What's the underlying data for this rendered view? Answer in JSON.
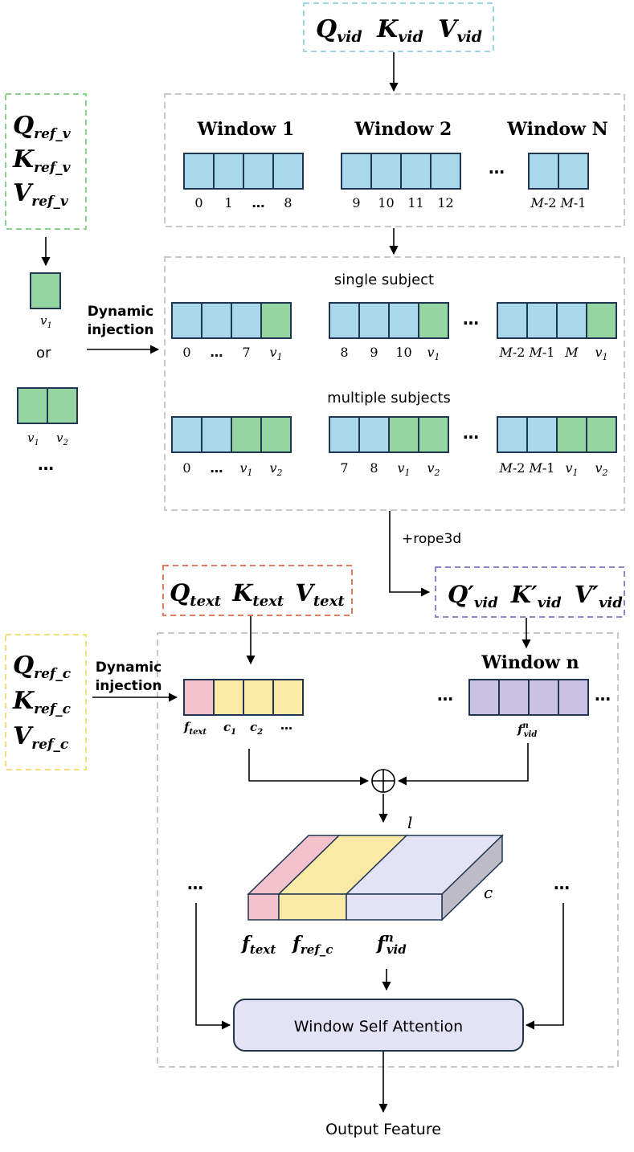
{
  "colors": {
    "blue_token": "#a8d8ea",
    "green_token": "#94d5a1",
    "pink_token": "#f4c2cc",
    "yellow_token": "#fbeaa5",
    "purple_token": "#c9c2e2",
    "token_border": "#1f3550",
    "gray_dash": "#c8c8c8",
    "vid_box": "#9fd3e6",
    "ref_v_box": "#8ed08e",
    "text_box": "#e07a5f",
    "vid_prime_box": "#8d86c9",
    "ref_c_box": "#f8dc7a",
    "attention_fill": "#e4e3f6"
  },
  "vid_qkv": {
    "q": "Q",
    "k": "K",
    "v": "V",
    "sub": "vid"
  },
  "ref_v_qkv": {
    "q": "Q",
    "k": "K",
    "v": "V",
    "sub": "ref_v"
  },
  "ref_v_tokens": {
    "single": "v",
    "single_sub": "1",
    "or_label": "or",
    "pair": [
      "v",
      "v"
    ],
    "pair_subs": [
      "1",
      "2"
    ],
    "ellipsis": "…"
  },
  "windows_panel": {
    "windows": [
      {
        "title": "Window 1",
        "labels": [
          "0",
          "1",
          "…",
          "8"
        ]
      },
      {
        "title": "Window 2",
        "labels": [
          "9",
          "10",
          "11",
          "12"
        ]
      },
      {
        "title": "Window N",
        "labels": [
          "M-2",
          "M-1"
        ]
      }
    ],
    "ellipsis": "…"
  },
  "dynamic_injection_1": [
    "Dynamic",
    "injection"
  ],
  "injection_panel": {
    "single_title": "single subject",
    "multi_title": "multiple subjects",
    "ellipsis": "…",
    "single_rows": [
      {
        "labels": [
          "0",
          "…",
          "7",
          "v1"
        ]
      },
      {
        "labels": [
          "8",
          "9",
          "10",
          "v1"
        ]
      },
      {
        "labels": [
          "M-2",
          "M-1",
          "M",
          "v1"
        ]
      }
    ],
    "multi_rows": [
      {
        "labels": [
          "0",
          "…",
          "v1",
          "v2"
        ]
      },
      {
        "labels": [
          "7",
          "8",
          "v1",
          "v2"
        ]
      },
      {
        "labels": [
          "M-2",
          "M-1",
          "v1",
          "v2"
        ]
      }
    ]
  },
  "rope_label": "+rope3d",
  "text_qkv": {
    "q": "Q",
    "k": "K",
    "v": "V",
    "sub": "text"
  },
  "vid_prime_qkv": {
    "q": "Q′",
    "k": "K′",
    "v": "V′",
    "sub": "vid"
  },
  "ref_c_qkv": {
    "q": "Q",
    "k": "K",
    "v": "V",
    "sub": "ref_c"
  },
  "dynamic_injection_2": [
    "Dynamic",
    "injection"
  ],
  "text_tokens": {
    "f": "f",
    "f_sub": "text",
    "c1": "c",
    "c1_sub": "1",
    "c2": "c",
    "c2_sub": "2",
    "ellipsis": "…"
  },
  "window_n": {
    "title": "Window n",
    "f": "f",
    "sup": "n",
    "sub": "vid",
    "ellipsis": "…"
  },
  "concat_symbol": "⊕",
  "feature_block": {
    "l_label": "l",
    "c_label": "c",
    "f_text": "f",
    "f_text_sub": "text",
    "f_ref": "f",
    "f_ref_sub": "ref_c",
    "f_vid": "f",
    "f_vid_sup": "n",
    "f_vid_sub": "vid"
  },
  "side_ellipsis": "…",
  "attention_label": "Window Self Attention",
  "output_label": "Output Feature"
}
